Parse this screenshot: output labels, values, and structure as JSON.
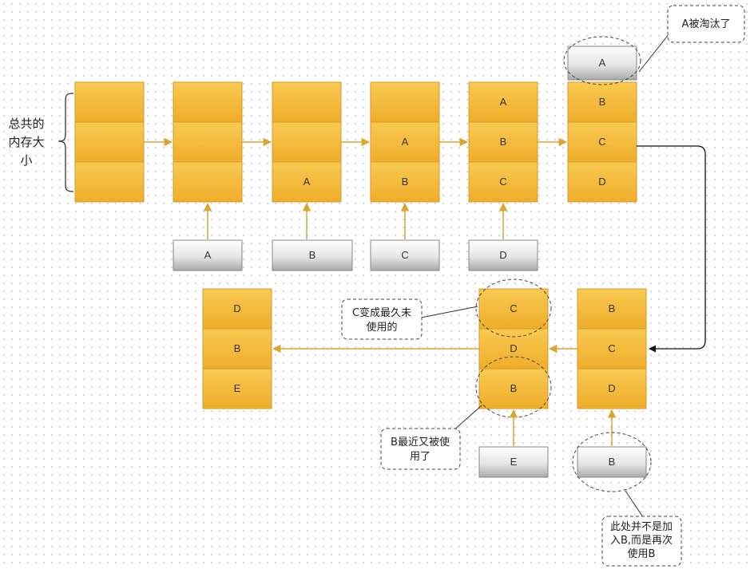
{
  "colors": {
    "cell": "#f5b935",
    "arrow": "#d9a632"
  },
  "total_memory_label": [
    "总共的",
    "内存大",
    "小"
  ],
  "top_row": {
    "stacks": [
      {
        "cells": [
          "",
          "",
          ""
        ]
      },
      {
        "cells": [
          "",
          "",
          ""
        ]
      },
      {
        "cells": [
          "",
          "",
          "A"
        ]
      },
      {
        "cells": [
          "",
          "A",
          "B"
        ]
      },
      {
        "cells": [
          "A",
          "B",
          "C"
        ]
      },
      {
        "cells": [
          "B",
          "C",
          "D"
        ],
        "popped": "A"
      }
    ],
    "inputs": [
      "A",
      "B",
      "C",
      "D"
    ]
  },
  "bottom_row": {
    "stacks": [
      {
        "cells": [
          "D",
          "B",
          "E"
        ]
      },
      {
        "cells": [
          "C",
          "D",
          "B"
        ]
      },
      {
        "cells": [
          "B",
          "C",
          "D"
        ]
      }
    ],
    "inputs": [
      "E",
      "B"
    ]
  },
  "callouts": {
    "evicted": [
      "A被淘汰了"
    ],
    "lru": [
      "C变成最久未",
      "使用的"
    ],
    "recent": [
      "B最近又被使",
      "用了"
    ],
    "reuse": [
      "此处并不是加",
      "入B,而是再次",
      "使用B"
    ]
  }
}
